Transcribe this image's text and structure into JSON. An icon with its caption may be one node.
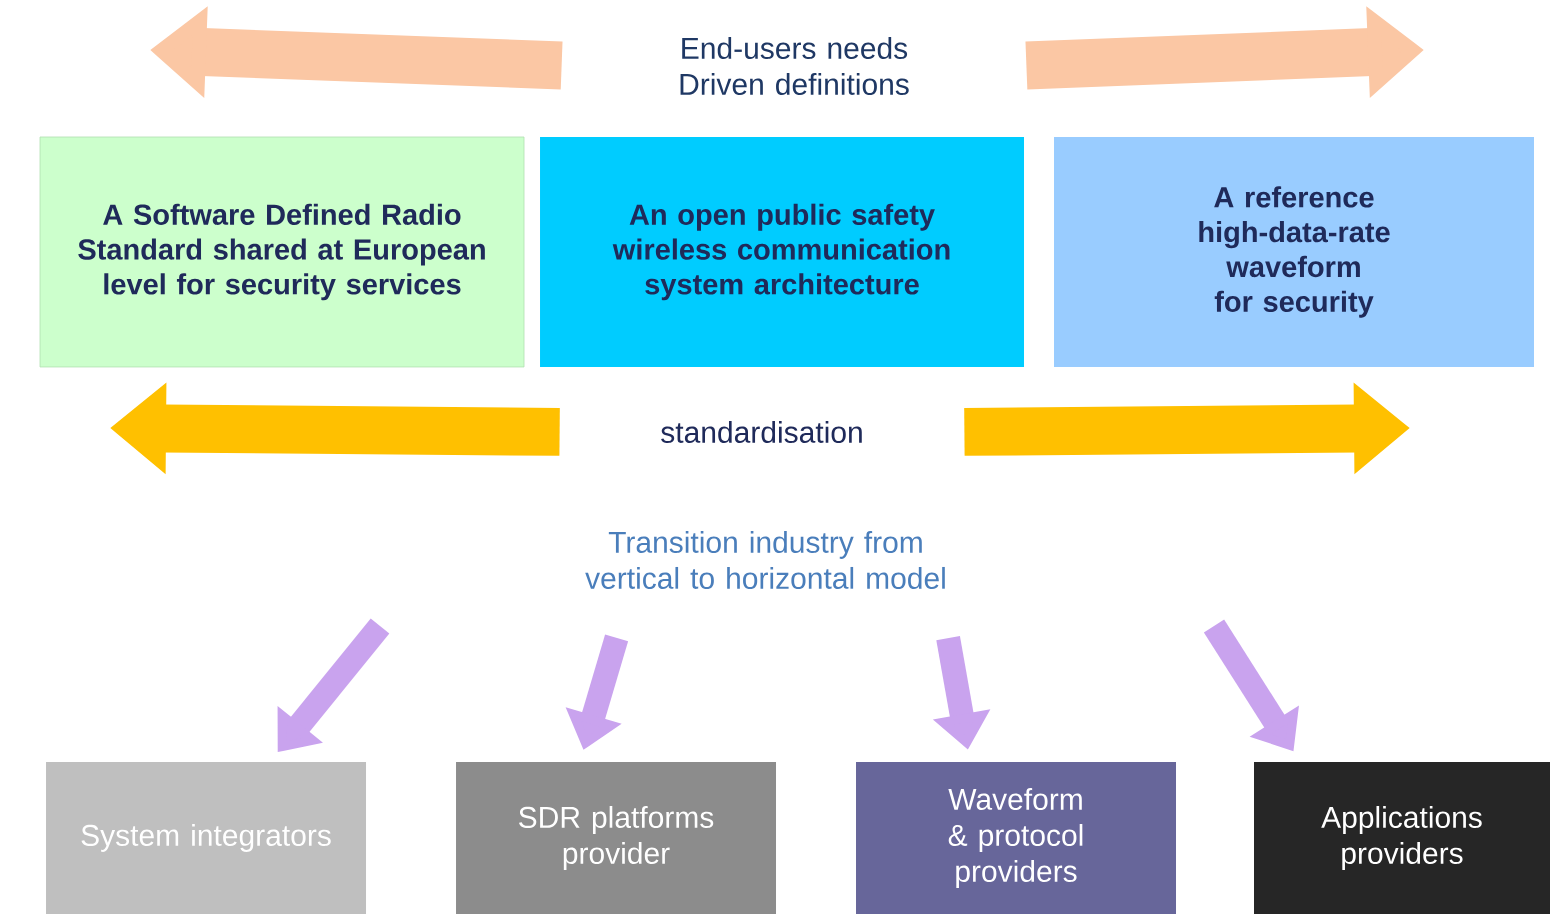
{
  "diagram": {
    "nodes": [
      {
        "text": [
          "End-users needs Driven definitions"
        ]
      },
      {
        "text": [
          "A  Software Defined Radio Standard shared at European level for security services"
        ]
      },
      {
        "text": [
          "An open public safety wireless communication system architecture"
        ]
      },
      {
        "text": [
          "A reference high-data-rate waveform for security"
        ]
      },
      {
        "text": [
          "standardisation"
        ]
      },
      {
        "text": [
          "Transition industry from vertical to horizontal model"
        ]
      },
      {
        "text": [
          "System integrators"
        ]
      },
      {
        "text": [
          "SDR platforms provider"
        ]
      },
      {
        "text": [
          "Waveform & protocol providers"
        ]
      },
      {
        "text": [
          "Applications providers"
        ]
      }
    ],
    "edges": [
      {
        "from": 0,
        "to": null,
        "arrow": "to",
        "style": "thick",
        "color": "#fbc7a4"
      },
      {
        "from": 0,
        "to": null,
        "arrow": "to",
        "style": "thick",
        "color": "#fbc7a4"
      },
      {
        "from": 4,
        "to": null,
        "arrow": "to",
        "style": "thick",
        "color": "#ffc000"
      },
      {
        "from": 4,
        "to": null,
        "arrow": "to",
        "style": "thick",
        "color": "#ffc000"
      },
      {
        "from": null,
        "to": 6,
        "arrow": "to",
        "color": "#c9a3ee"
      },
      {
        "from": 5,
        "to": 7,
        "arrow": "to",
        "color": "#c9a3ee"
      },
      {
        "from": 5,
        "to": 8,
        "arrow": "to",
        "color": "#c9a3ee"
      },
      {
        "from": null,
        "to": 9,
        "arrow": "to",
        "color": "#c9a3ee"
      }
    ]
  }
}
